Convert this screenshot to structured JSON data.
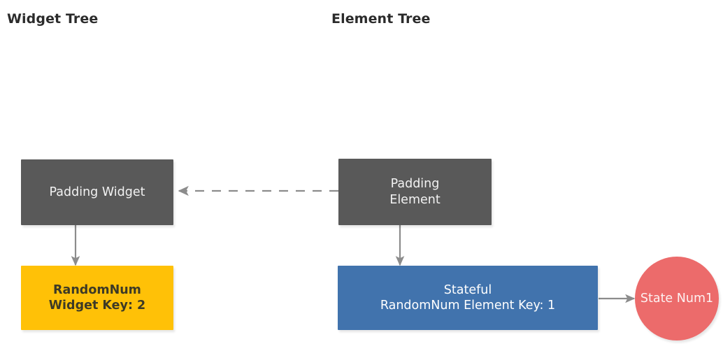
{
  "headings": {
    "widget_tree": "Widget Tree",
    "element_tree": "Element Tree"
  },
  "colors": {
    "background": "#ffffff",
    "dark_node": "#595959",
    "amber_node": "#ffc107",
    "blue_node": "#4173ad",
    "state_circle": "#ec6b6b",
    "edge": "#8c8c8c",
    "heading_text": "#2b2b2b"
  },
  "nodes": {
    "padding_widget": {
      "label": "Padding Widget",
      "shape": "rectangle",
      "fill": "#595959",
      "text_color": "#f2f2f2",
      "column": "Widget Tree"
    },
    "randomnum_widget": {
      "label": "RandomNum\nWidget Key: 2",
      "shape": "rectangle",
      "fill": "#ffc107",
      "text_color": "#3d3a26",
      "column": "Widget Tree",
      "key": "2"
    },
    "padding_element": {
      "label": "Padding\nElement",
      "shape": "rectangle",
      "fill": "#595959",
      "text_color": "#f2f2f2",
      "column": "Element Tree"
    },
    "stateful_randomnum_element": {
      "label": "Stateful\nRandomNum Element Key: 1",
      "shape": "rectangle",
      "fill": "#4173ad",
      "text_color": "#ffffff",
      "column": "Element Tree",
      "key": "1"
    },
    "state_num": {
      "label": "State\nNum1",
      "shape": "circle",
      "fill": "#ec6b6b",
      "text_color": "#fdf1f1",
      "column": "Element Tree"
    }
  },
  "edges": [
    {
      "name": "padding-element-to-padding-widget",
      "from": "padding_element",
      "to": "padding_widget",
      "style": "dashed",
      "direction": "left",
      "arrowhead": true
    },
    {
      "name": "padding-widget-to-randomnum-widget",
      "from": "padding_widget",
      "to": "randomnum_widget",
      "style": "solid",
      "direction": "down",
      "arrowhead": true
    },
    {
      "name": "padding-element-to-stateful-element",
      "from": "padding_element",
      "to": "stateful_randomnum_element",
      "style": "solid",
      "direction": "down",
      "arrowhead": true
    },
    {
      "name": "stateful-element-to-state-num",
      "from": "stateful_randomnum_element",
      "to": "state_num",
      "style": "solid",
      "direction": "right",
      "arrowhead": true
    }
  ]
}
